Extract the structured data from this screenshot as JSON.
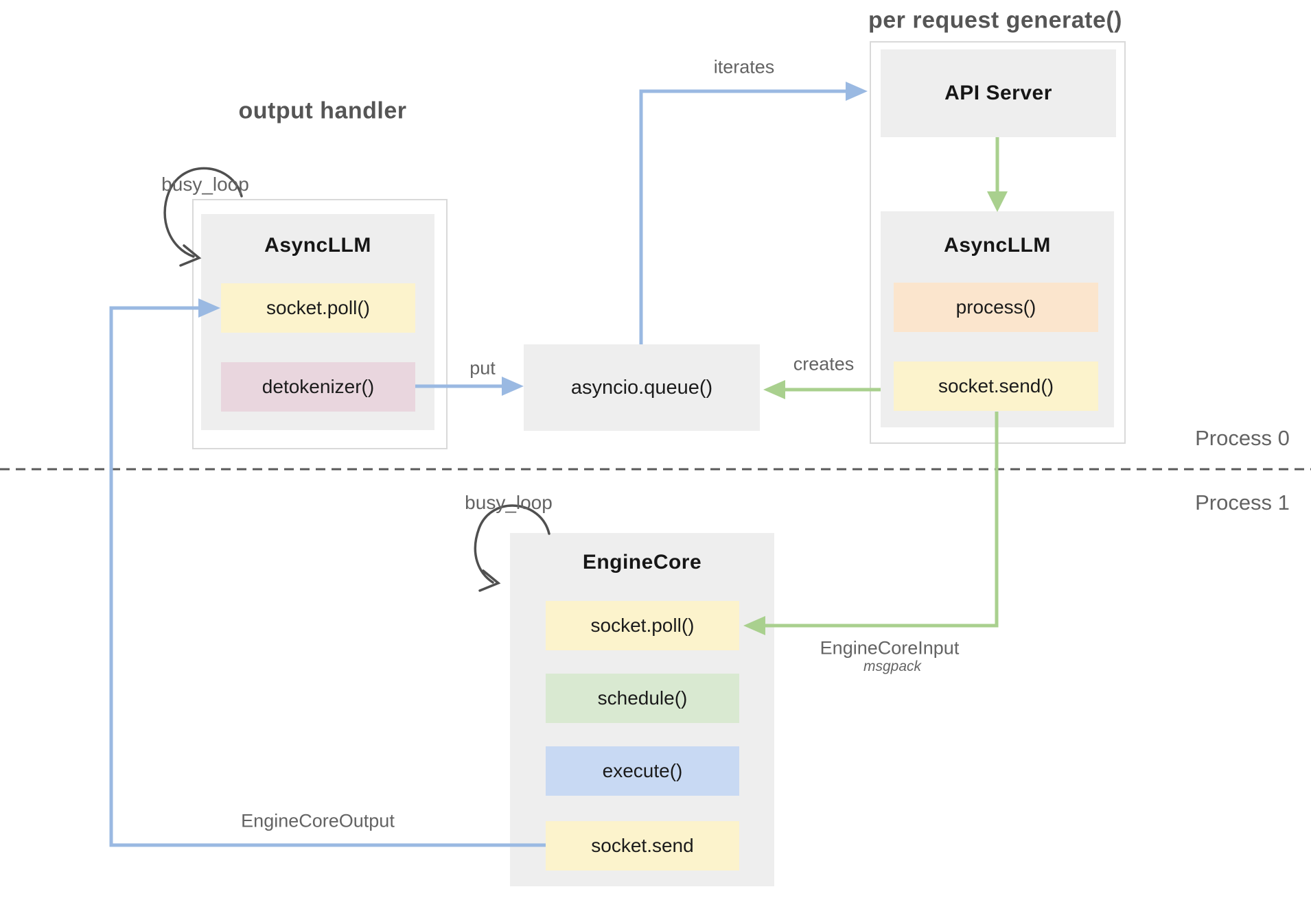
{
  "colors": {
    "box-gray": "#eeeeee",
    "container-border": "#d9d9d9",
    "fill-yellow": "#fcf3cc",
    "fill-pink": "#e9d6de",
    "fill-orange": "#fbe5cd",
    "fill-green": "#d9e9d1",
    "fill-blue": "#c8d9f3",
    "arrow-blue": "#9ab9e2",
    "arrow-green": "#a9d08e",
    "loop-gray": "#4f4f4f",
    "text-dark": "#1b1b1b",
    "label-gray": "#636363",
    "title-gray": "#555555",
    "dash-gray": "#595959"
  },
  "titles": {
    "output_handler": "output handler",
    "per_request_generate": "per request generate()"
  },
  "process_labels": {
    "p0": "Process 0",
    "p1": "Process 1"
  },
  "edge_labels": {
    "busy_loop_left": "busy_loop",
    "busy_loop_bottom": "busy_loop",
    "iterates": "iterates",
    "put": "put",
    "creates": "creates",
    "engine_core_input": "EngineCoreInput",
    "engine_core_input_format": "msgpack",
    "engine_core_output": "EngineCoreOutput"
  },
  "nodes": {
    "async_llm_left": {
      "title": "AsyncLLM",
      "methods": [
        {
          "label": "socket.poll()"
        },
        {
          "label": "detokenizer()"
        }
      ]
    },
    "api_server": {
      "title": "API Server"
    },
    "async_llm_right": {
      "title": "AsyncLLM",
      "methods": [
        {
          "label": "process()"
        },
        {
          "label": "socket.send()"
        }
      ]
    },
    "queue": {
      "label": "asyncio.queue()"
    },
    "engine_core": {
      "title": "EngineCore",
      "methods": [
        {
          "label": "socket.poll()"
        },
        {
          "label": "schedule()"
        },
        {
          "label": "execute()"
        },
        {
          "label": "socket.send"
        }
      ]
    }
  }
}
